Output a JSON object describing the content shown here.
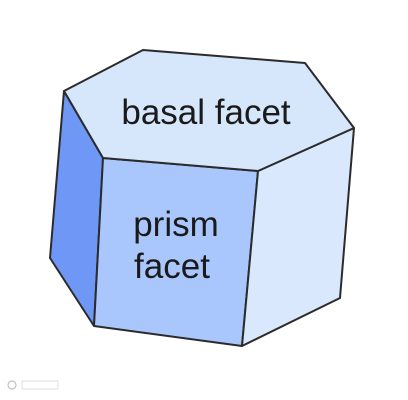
{
  "diagram": {
    "faces": {
      "basal": {
        "label": "basal facet",
        "color": "#d6e6fb"
      },
      "prism": {
        "label_line1": "prism",
        "label_line2": "facet",
        "color": "#a9c7fc"
      },
      "left_side": {
        "color": "#6f98f6"
      },
      "right_side": {
        "color": "#dae8fd"
      }
    },
    "outline_color": "#2b2b2b"
  }
}
